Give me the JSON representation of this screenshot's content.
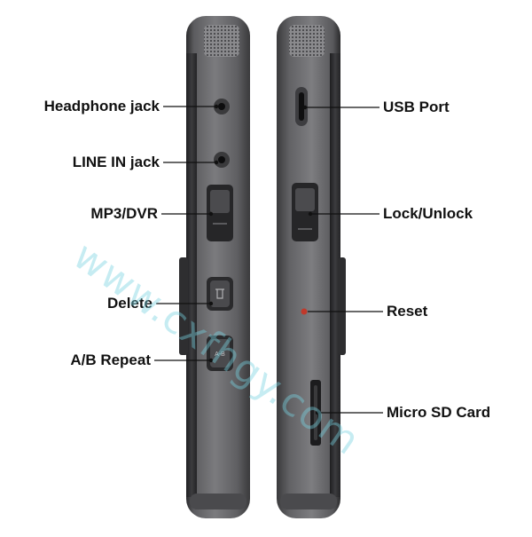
{
  "callouts_left": [
    {
      "id": "headphone",
      "label": "Headphone jack"
    },
    {
      "id": "linein",
      "label": "LINE IN jack"
    },
    {
      "id": "mp3dvr",
      "label": "MP3/DVR"
    },
    {
      "id": "delete",
      "label": "Delete"
    },
    {
      "id": "abrepeat",
      "label": "A/B Repeat"
    }
  ],
  "callouts_right": [
    {
      "id": "usb",
      "label": "USB Port"
    },
    {
      "id": "lock",
      "label": "Lock/Unlock"
    },
    {
      "id": "reset",
      "label": "Reset"
    },
    {
      "id": "sd",
      "label": "Micro SD Card"
    }
  ],
  "button_labels": {
    "ab": "A-B"
  },
  "watermark": "www.cxfhgy.com",
  "colors": {
    "device_body": "#6a6a6c",
    "device_edge": "#2b2b2d",
    "reset_dot": "#c0392b",
    "watermark": "#78d2e1"
  }
}
